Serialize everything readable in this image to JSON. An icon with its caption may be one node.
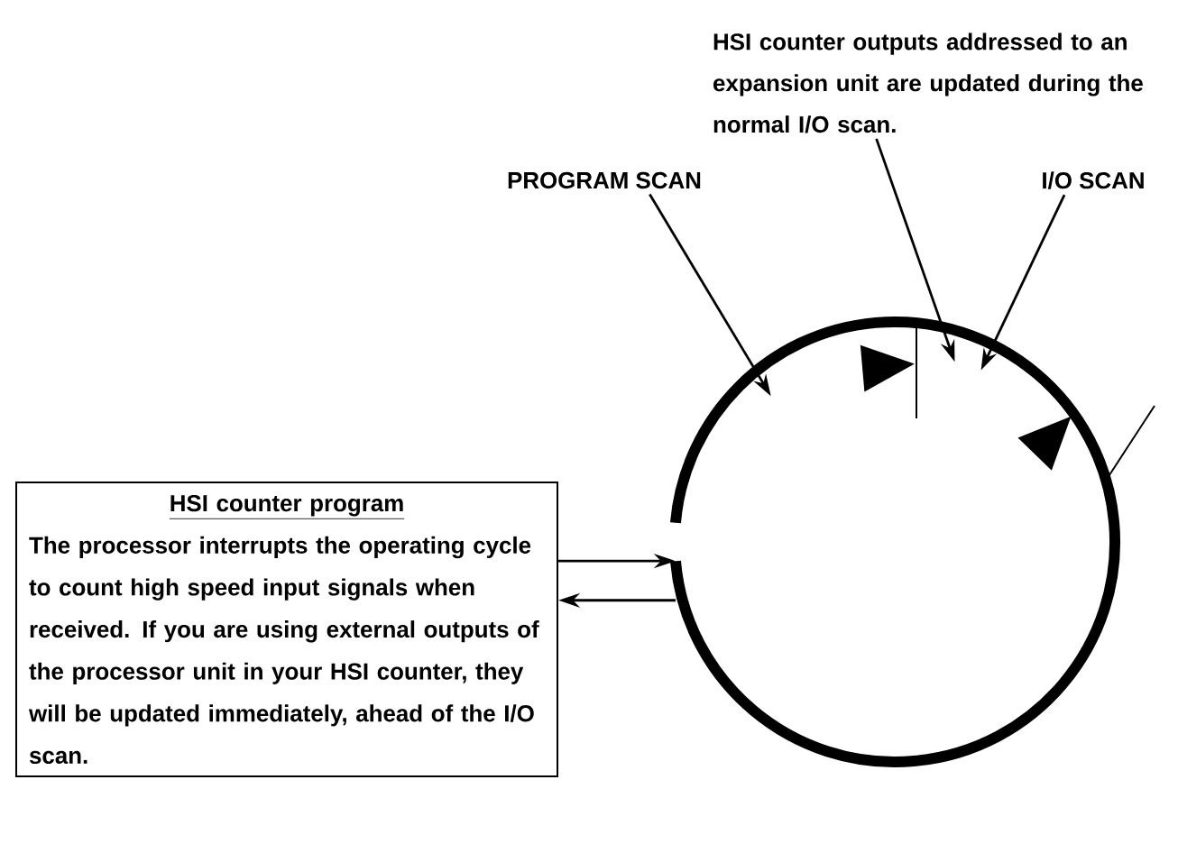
{
  "diagram": {
    "nodes": [
      {
        "text": [
          "HSI counter program",
          "The processor interrupts the operating cycle to count high speed input signals when received.  If you are using external outputs of the processor unit in your HSI counter, they will be updated immediately, ahead of the I/O scan."
        ]
      },
      {
        "text": [],
        "shape": "circle"
      },
      {
        "text": [
          "PROGRAM SCAN"
        ]
      },
      {
        "text": [
          "HSI counter outputs addressed to an expansion unit are updated during the normal I/O scan."
        ]
      },
      {
        "text": [
          "I/O SCAN"
        ]
      }
    ],
    "edges": [
      {
        "from": 0,
        "to": 1,
        "arrow": "to"
      },
      {
        "from": 1,
        "to": 0,
        "arrow": "to"
      },
      {
        "from": 2,
        "to": 1,
        "arrow": "to"
      },
      {
        "from": 3,
        "to": 1,
        "arrow": "to"
      },
      {
        "from": 4,
        "to": 1,
        "arrow": "to"
      }
    ]
  }
}
